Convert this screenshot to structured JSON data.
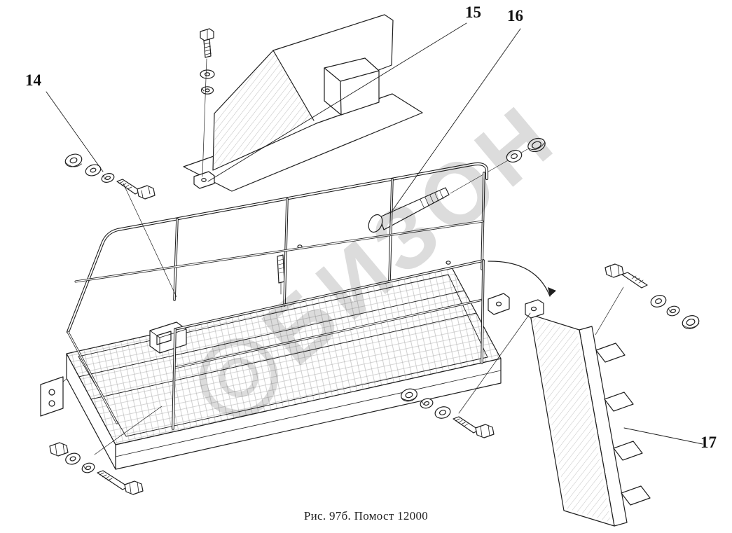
{
  "figure": {
    "caption": "Рис. 97б. Помост 12000",
    "watermark_text": "БИЗОН",
    "callouts": {
      "c14": "14",
      "c15": "15",
      "c16": "16",
      "c17": "17"
    },
    "colors": {
      "line": "#1f1f1f",
      "watermark": "#c5c5c5",
      "background": "#ffffff"
    }
  }
}
